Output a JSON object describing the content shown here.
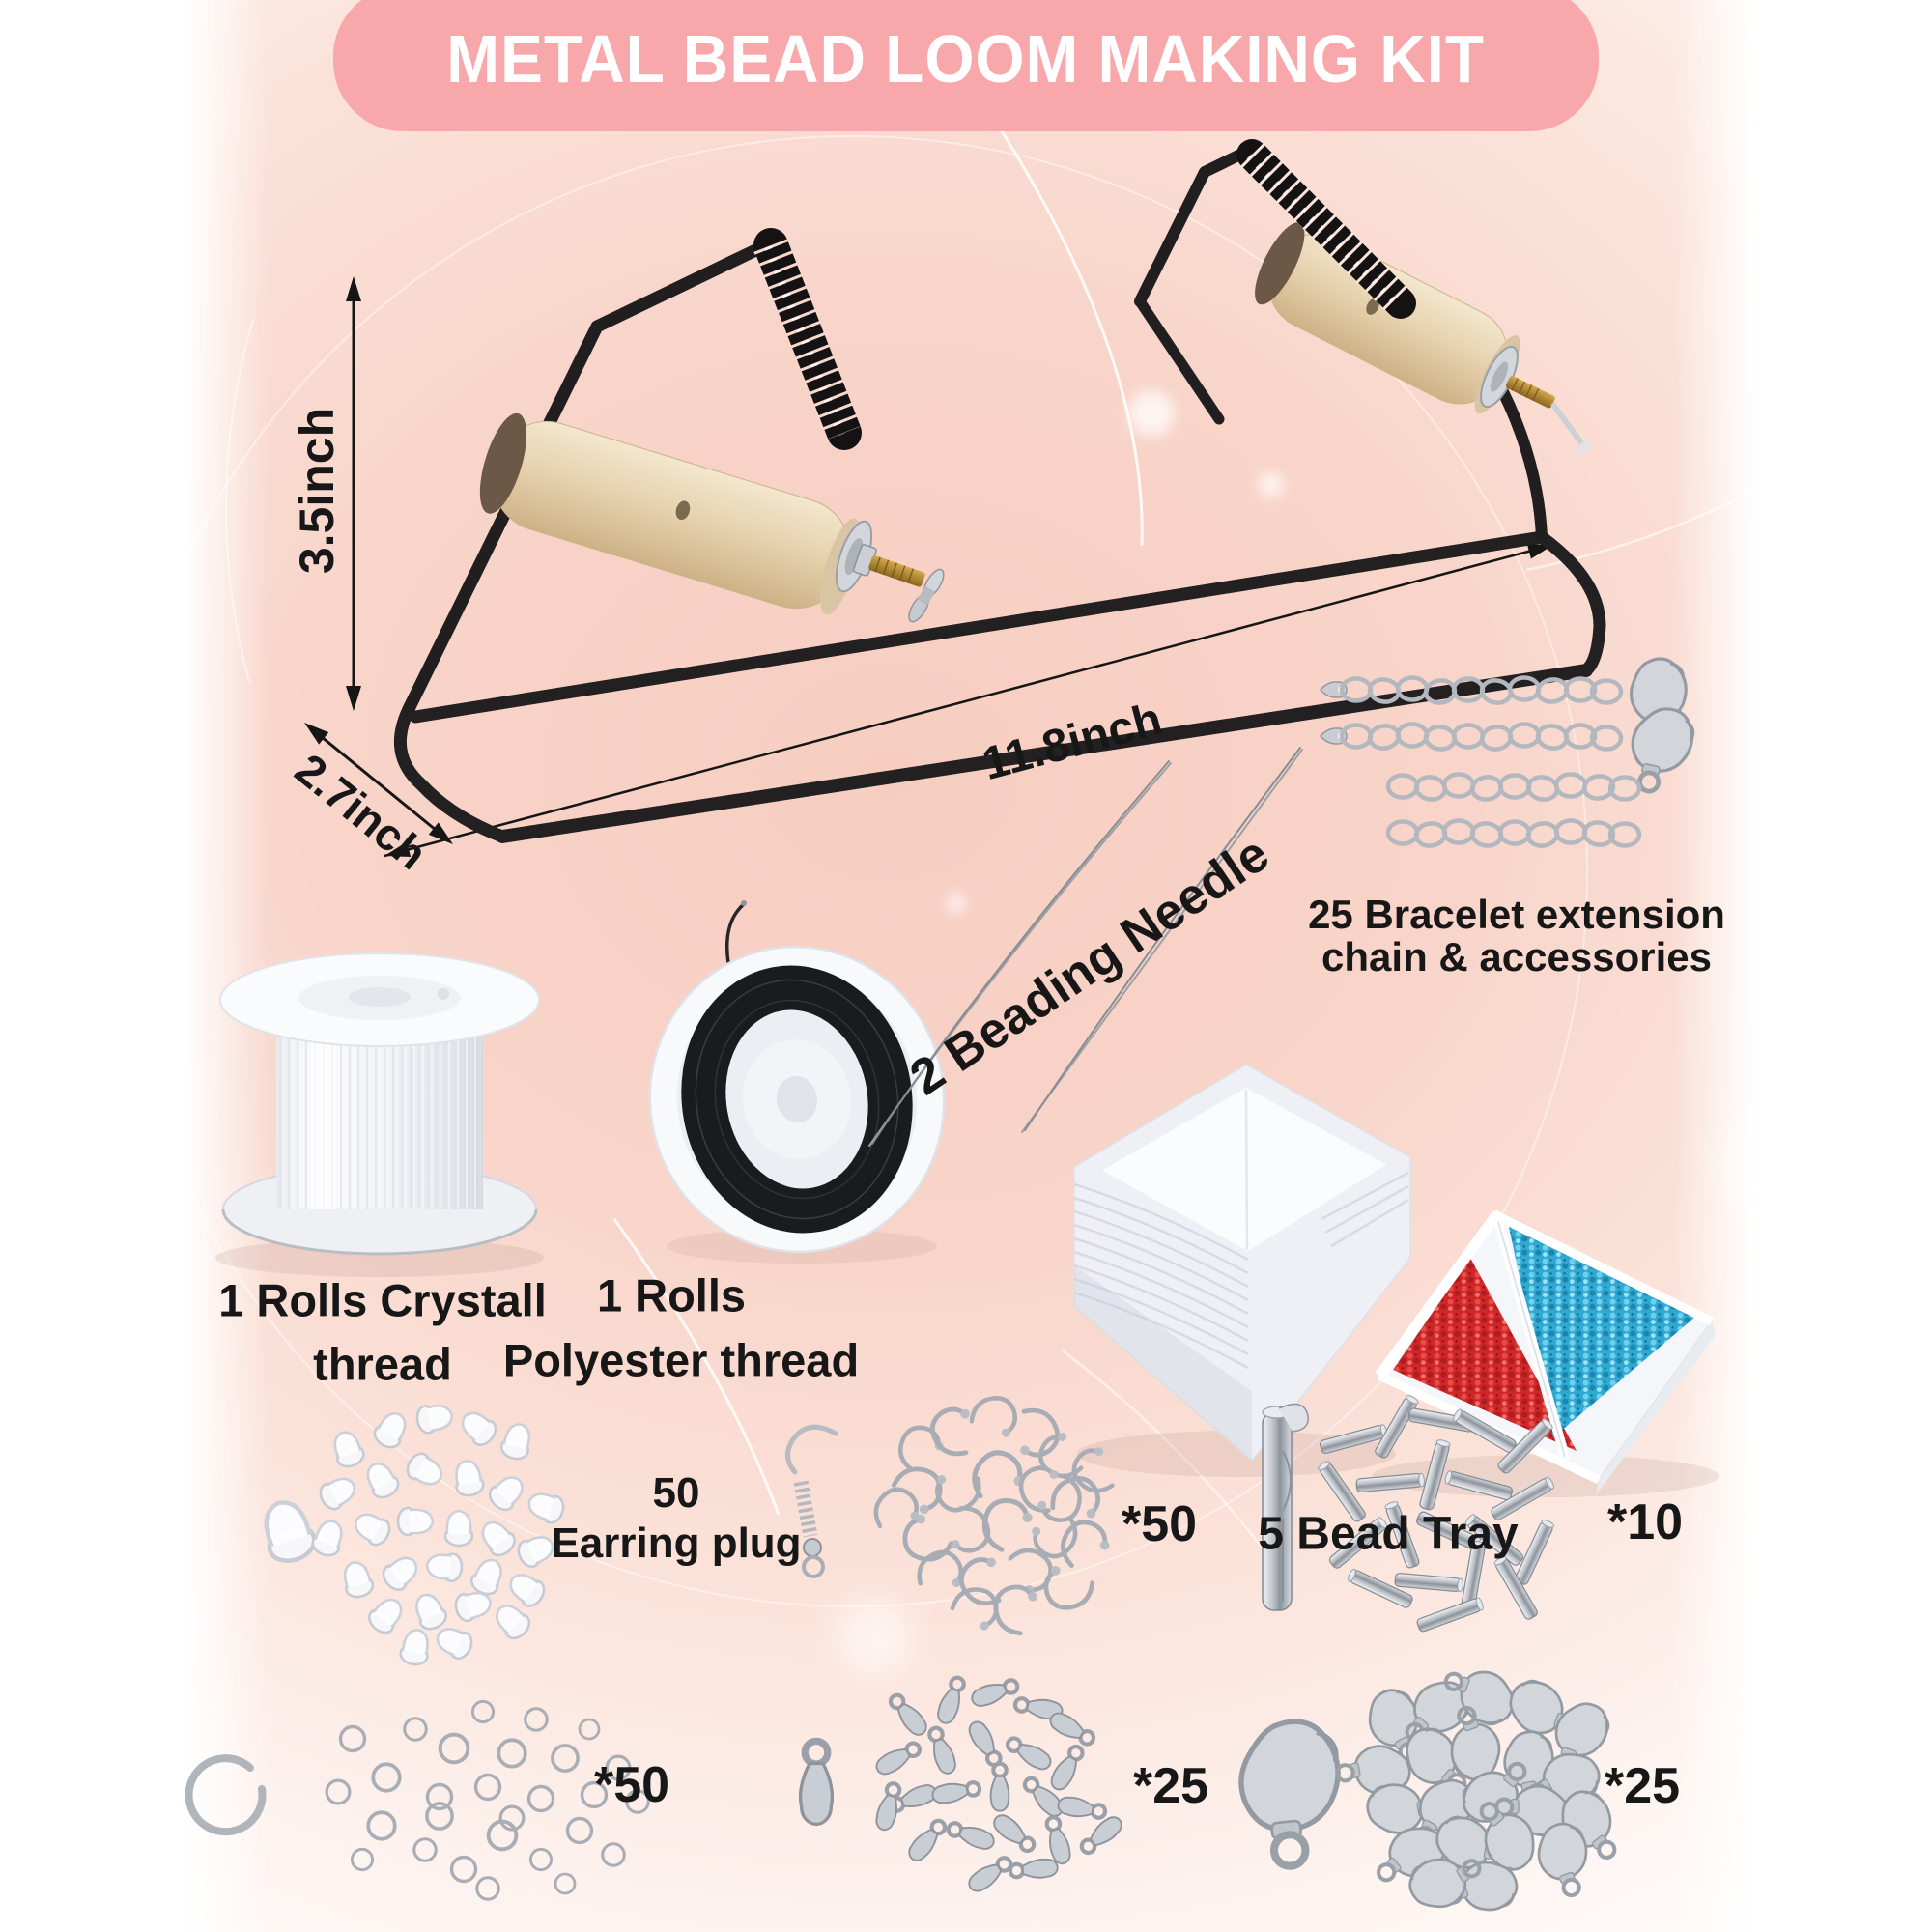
{
  "title": "METAL BEAD LOOM MAKING KIT",
  "loom": {
    "height_label": "3.5inch",
    "depth_label": "2.7inch",
    "length_label": "11.8inch"
  },
  "items": {
    "extension_chains": {
      "label_line1": "25 Bracelet extension",
      "label_line2": "chain & accessories"
    },
    "beading_needles": {
      "label": "2 Beading Needle"
    },
    "crystal_thread": {
      "label_line1": "1 Rolls Crystall",
      "label_line2": "thread"
    },
    "polyester_thread": {
      "label_line1": "1 Rolls",
      "label_line2": "Polyester thread"
    },
    "bead_tray": {
      "label": "5 Bead Tray"
    },
    "earring_plugs": {
      "label_line1": "50",
      "label_line2": "Earring plug"
    },
    "earring_hooks": {
      "count": "*50"
    },
    "slide_tube_clasps": {
      "count": "*10"
    },
    "jump_rings": {
      "count": "*50"
    },
    "drop_ends": {
      "count": "*25"
    },
    "lobster_clasps": {
      "count": "*25"
    }
  },
  "colors": {
    "banner_pink": "#f8a7aa",
    "background_pink": "#f8d0c5",
    "label_text": "#171717",
    "metal_silver": "#aab0b8",
    "bead_red": "#d8292c",
    "bead_blue": "#36b3dc",
    "wood": "#e7d5b8",
    "frame_black": "#211e1f"
  }
}
